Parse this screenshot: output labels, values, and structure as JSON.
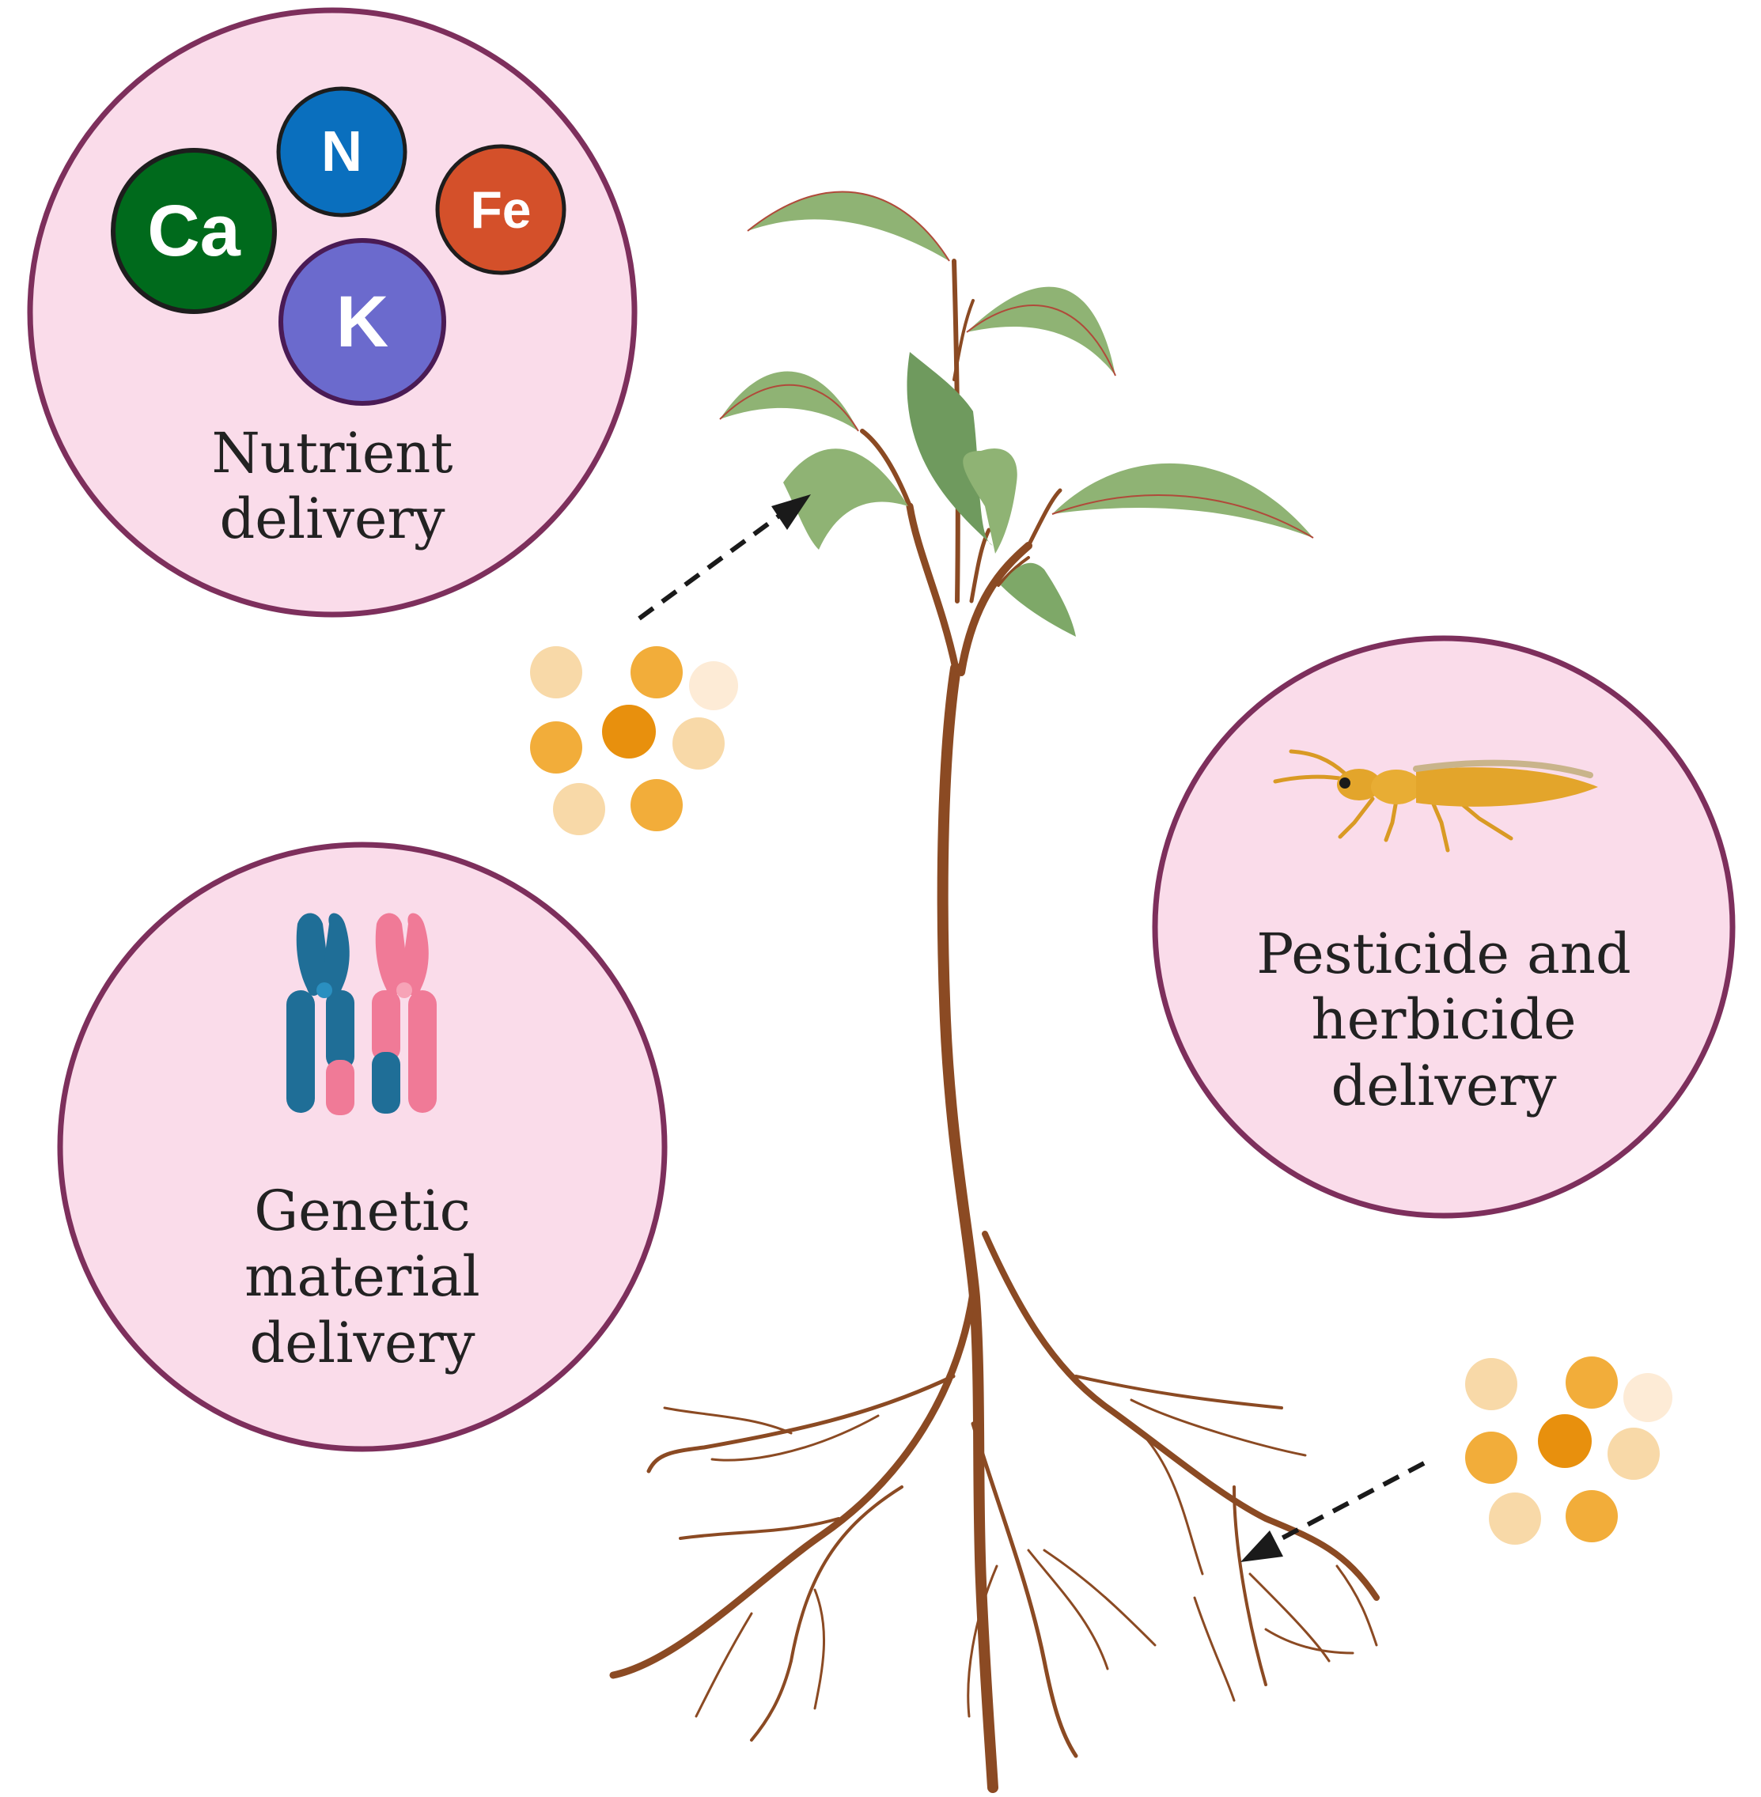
{
  "colors": {
    "circle_fill": "#fadcea",
    "circle_stroke": "#7d2f5c",
    "stem": "#8b4a23",
    "leaf": "#8fb374",
    "leaf_dark": "#6f9a5e",
    "nanoparticle_dark": "#e8900d",
    "nanoparticle_mid": "#f2ad3a",
    "nanoparticle_light": "#f8d9a8",
    "chromosome_blue": "#1f6e97",
    "chromosome_pink": "#f07a97",
    "insect": "#e3a52b"
  },
  "nutrient": {
    "elements": [
      {
        "symbol": "Ca",
        "color": "#006a1c"
      },
      {
        "symbol": "N",
        "color": "#0a6fbe"
      },
      {
        "symbol": "Fe",
        "color": "#d4502a"
      },
      {
        "symbol": "K",
        "color": "#6b6acd"
      }
    ],
    "label_line1": "Nutrient",
    "label_line2": "delivery"
  },
  "genetic": {
    "icon": "chromosome-icon",
    "label_line1": "Genetic",
    "label_line2": "material",
    "label_line3": "delivery"
  },
  "pesticide": {
    "icon": "insect-icon",
    "label_line1": "Pesticide and",
    "label_line2": "herbicide",
    "label_line3": "delivery"
  },
  "icons": [
    "plant-icon",
    "nanoparticle-cluster-icon",
    "dashed-arrow-icon"
  ]
}
